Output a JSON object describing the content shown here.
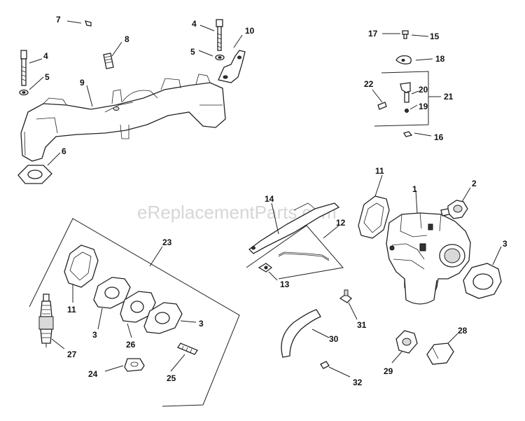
{
  "watermark": "eReplacementParts.com",
  "callouts": {
    "c1": "1",
    "c2": "2",
    "c3a": "3",
    "c3b": "3",
    "c3c": "3",
    "c4a": "4",
    "c4b": "4",
    "c5a": "5",
    "c5b": "5",
    "c6": "6",
    "c7": "7",
    "c8": "8",
    "c9": "9",
    "c10": "10",
    "c11a": "11",
    "c11b": "11",
    "c12": "12",
    "c13": "13",
    "c14": "14",
    "c15": "15",
    "c16": "16",
    "c17": "17",
    "c18": "18",
    "c19": "19",
    "c20": "20",
    "c21": "21",
    "c22": "22",
    "c23": "23",
    "c24": "24",
    "c25": "25",
    "c26": "26",
    "c27": "27",
    "c28": "28",
    "c29": "29",
    "c30": "30",
    "c31": "31",
    "c32": "32"
  }
}
